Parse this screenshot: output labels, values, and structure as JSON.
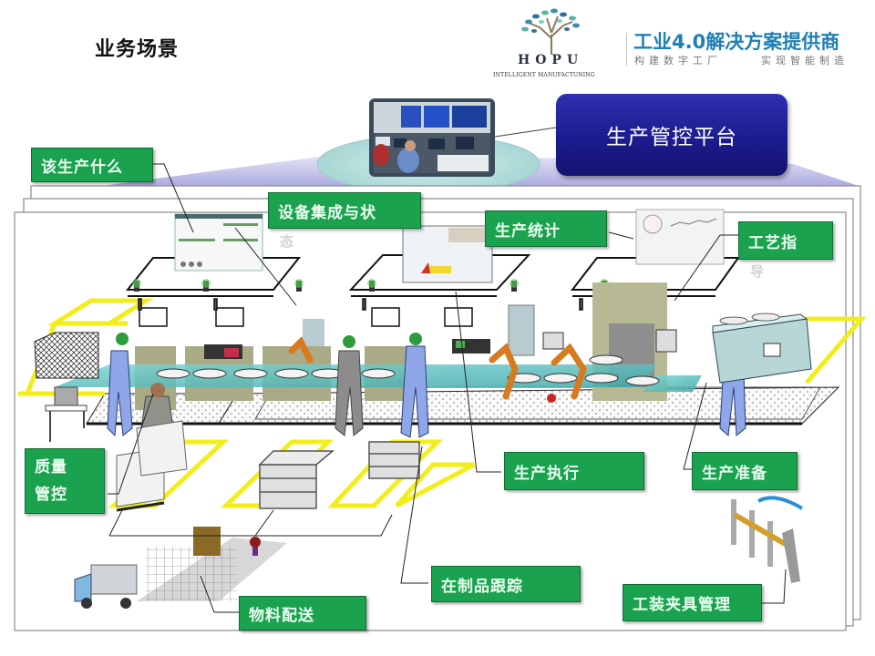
{
  "page": {
    "title": "业务场景"
  },
  "brand": {
    "logo_name": "HOPU",
    "logo_subtitle": "INTELLIGENT MANUFACTUNING",
    "slogan_main": "工业4.0解决方案提供商",
    "slogan_left": "构建数字工厂",
    "slogan_right": "实现智能制造",
    "slogan_color": "#1f7fb5"
  },
  "platform": {
    "label": "生产管控平台",
    "color": "#1c1c8e"
  },
  "labels": {
    "what_to_produce": "该生产什么",
    "equipment_integration": "设备集成与状",
    "equipment_integration_overflow": "态",
    "production_statistics": "生产统计",
    "process_guidance": "工艺指",
    "process_guidance_overflow": "导",
    "quality_control_line1": "质量",
    "quality_control_line2": "管控",
    "production_execution": "生产执行",
    "production_preparation": "生产准备",
    "wip_tracking": "在制品跟踪",
    "material_delivery": "物料配送",
    "tooling_management": "工装夹具管理"
  },
  "colors": {
    "label_green": "#1aa24f",
    "floor_yellow": "#f2ee1c",
    "conveyor_teal": "#5fc6c6",
    "worker_blue": "#8fa6e8",
    "robot_orange": "#d87a1e",
    "station_olive": "#a9ab86"
  }
}
